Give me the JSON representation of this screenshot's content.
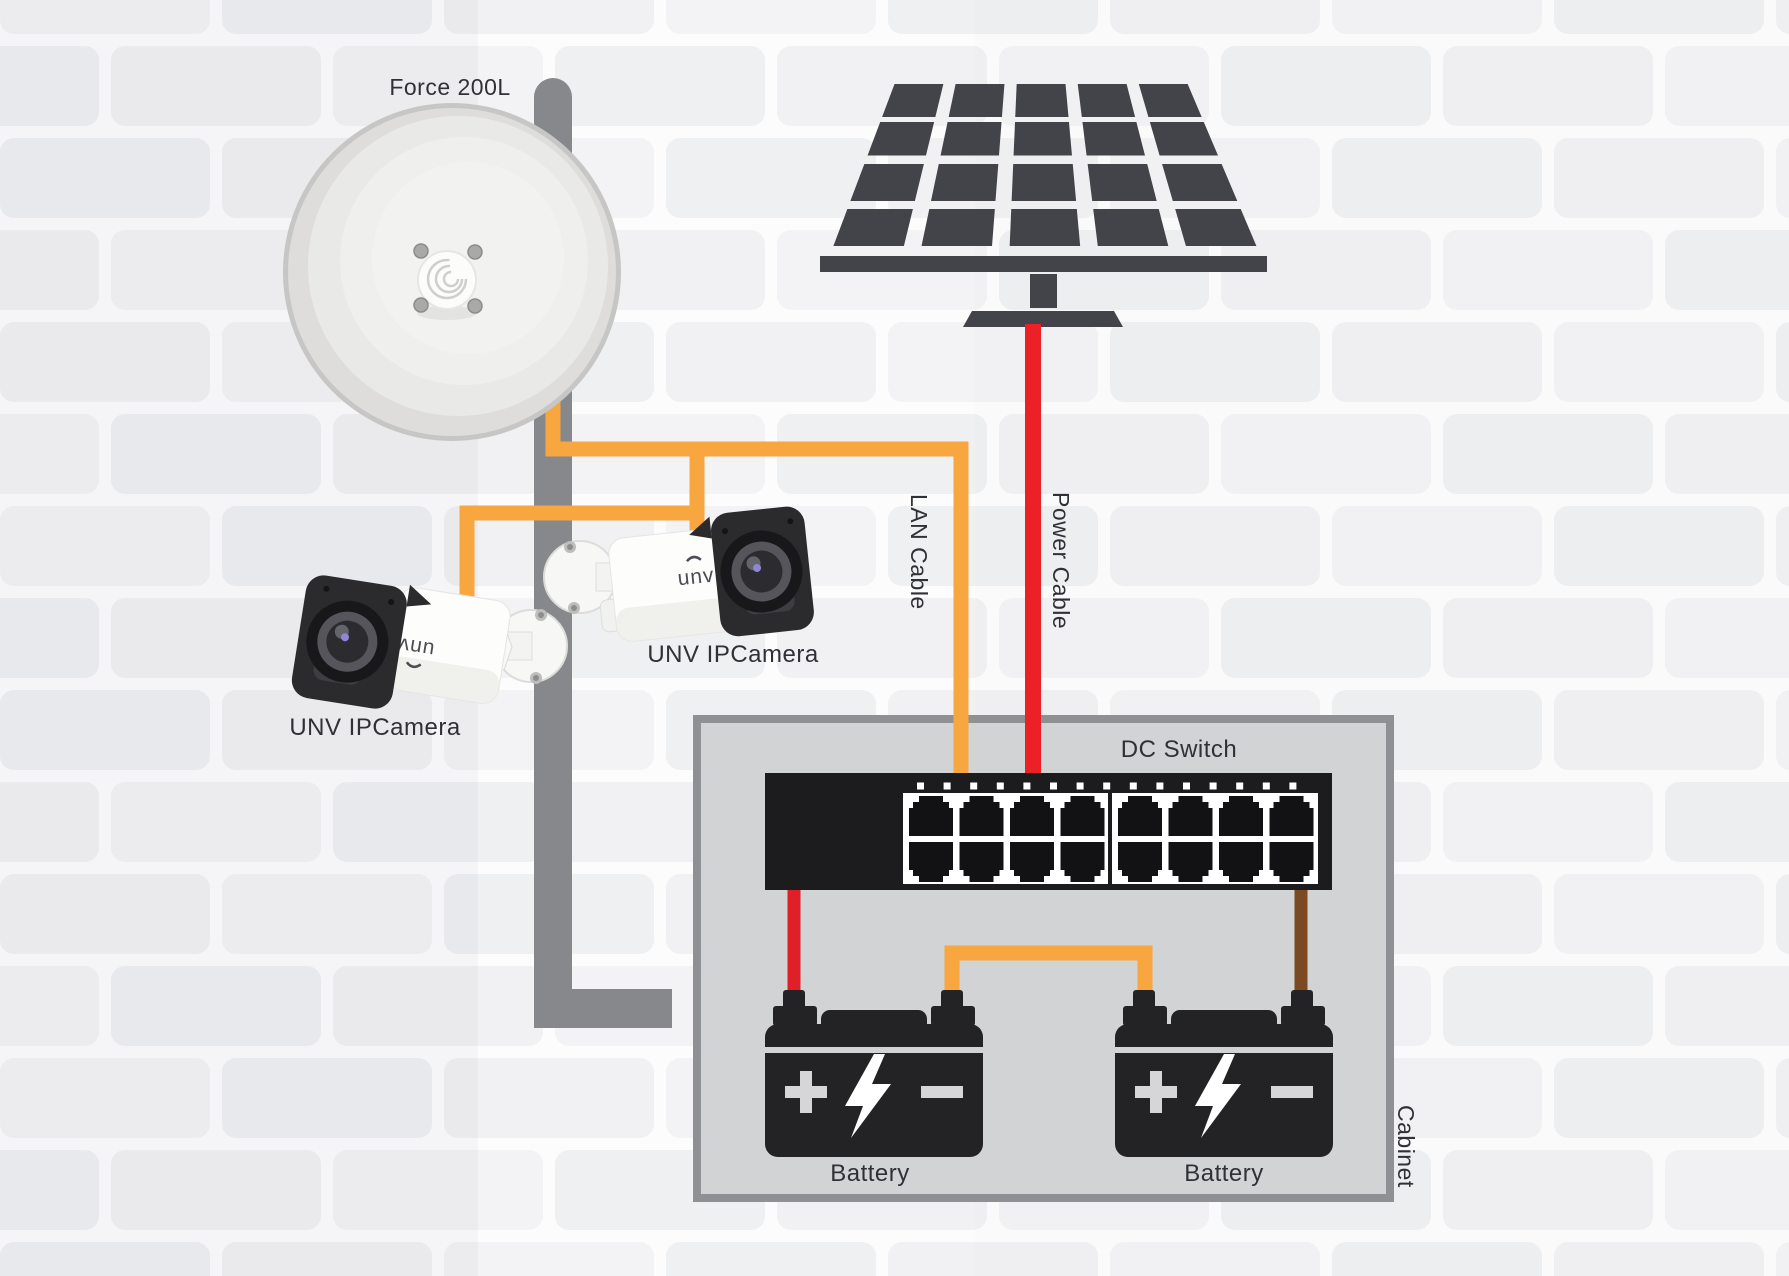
{
  "diagram": {
    "type": "wiring-diagram",
    "scene": "solar powered wireless CCTV installation on a brick wall"
  },
  "labels": {
    "dish": "Force 200L",
    "camera1": "UNV IPCamera",
    "camera2": "UNV IPCamera",
    "lan_cable": "LAN Cable",
    "power_cable": "Power Cable",
    "dc_switch": "DC Switch",
    "battery1": "Battery",
    "battery2": "Battery",
    "cabinet": "Cabinet",
    "camera_logo": "unv"
  },
  "colors": {
    "lan_cable": "#F7A640",
    "power_cable": "#EB2127",
    "jumper_cable": "#F7A640",
    "battery_positive_cable": "#E02029",
    "battery_ground_cable": "#7C4A22",
    "equipment_dark": "#424449",
    "switch_body": "#1C1C1E",
    "battery_body": "#232325",
    "cabinet_fill": "#D2D3D5",
    "cabinet_border": "#8F9093",
    "pole": "#86888B",
    "brick": "#F1F1F3",
    "mortar": "#FCFCFD"
  },
  "icons": {
    "dish-antenna-icon": "parabolic dish with center feed hub and 4 screws",
    "solar-panel-icon": "tilted grid of 5x4 dark photovoltaic cells on a stand",
    "bullet-camera-icon": "white bullet CCTV camera with dark lens hood",
    "network-switch-icon": "16-port switch, two rows of RJ45 jacks with LED row",
    "battery-icon": "battery with plus, lightning bolt and minus symbols"
  }
}
